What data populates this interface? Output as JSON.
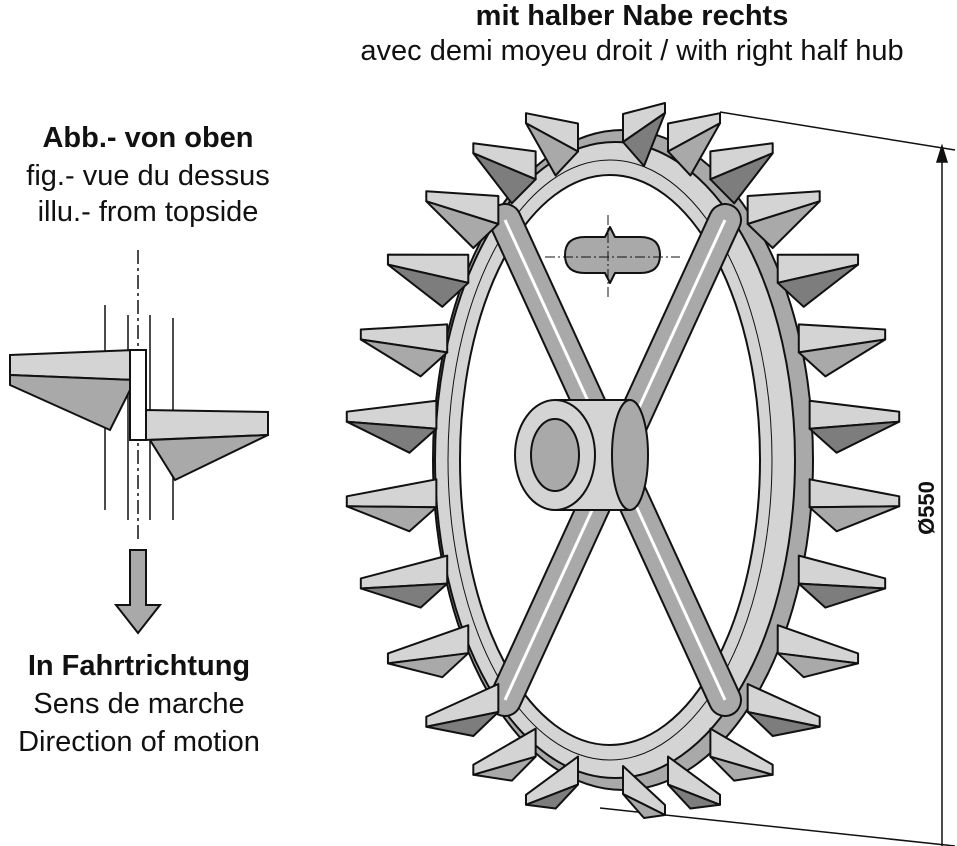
{
  "header": {
    "title_de": "mit halber Nabe rechts",
    "title_fr_en": "avec demi moyeu droit / with right half hub"
  },
  "top_view": {
    "label_de": "Abb.- von oben",
    "label_fr": "fig.- vue du dessus",
    "label_en": "illu.- from topside"
  },
  "direction": {
    "label_de": "In Fahrtrichtung",
    "label_fr": "Sens de marche",
    "label_en": "Direction of motion"
  },
  "dimension": {
    "diameter_label": "Ø550"
  },
  "colors": {
    "line": "#111111",
    "spike_light": "#d4d4d4",
    "spike_mid": "#a9a9a9",
    "spike_dark": "#7d7d7d"
  }
}
